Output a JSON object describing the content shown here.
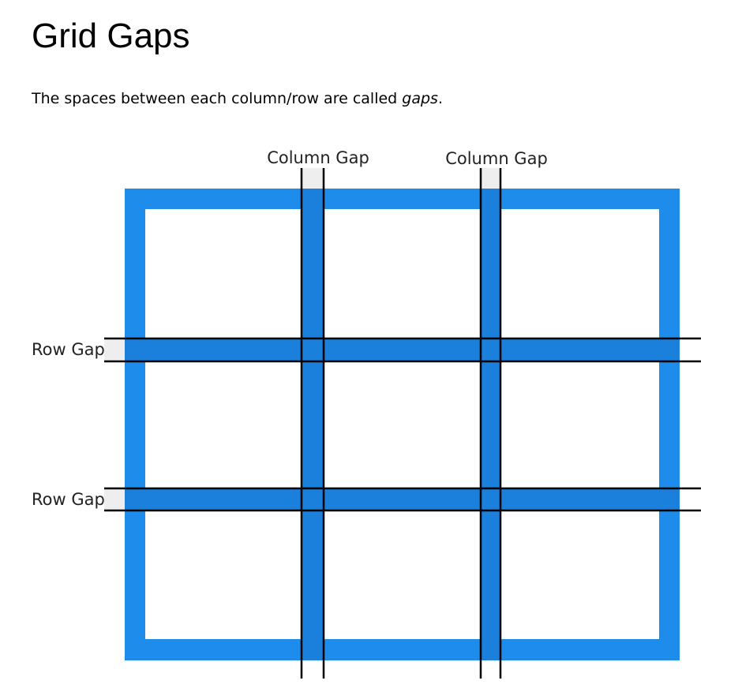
{
  "page": {
    "title": "Grid Gaps",
    "intro_before": "The spaces between each column/row are called ",
    "intro_emphasis": "gaps",
    "intro_after": "."
  },
  "diagram": {
    "column_gap_labels": [
      "Column Gap",
      "Column Gap"
    ],
    "row_gap_labels": [
      "Row Gap",
      "Row Gap"
    ],
    "colors": {
      "grid_blue": "#1e8cea",
      "gap_overlap_blue": "#1b7fdc",
      "gap_label_bg": "#eeeeee",
      "guide_line": "#000000"
    }
  }
}
